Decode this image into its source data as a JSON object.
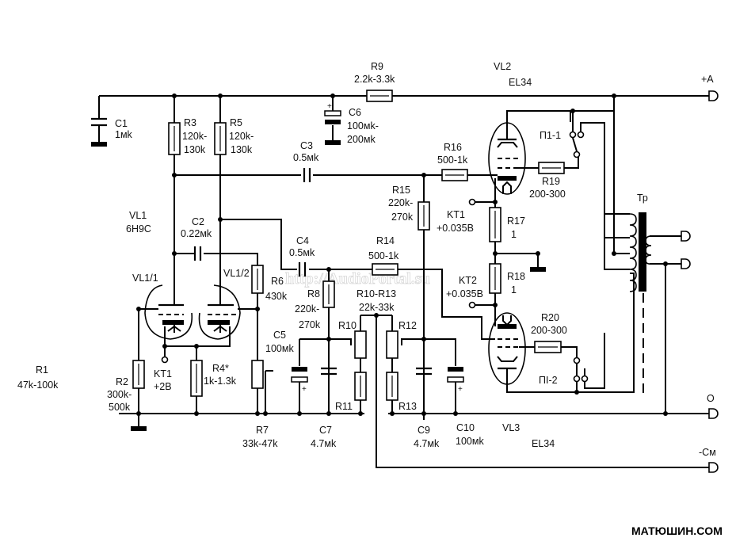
{
  "diagram": {
    "title": "EL34 push-pull tube amplifier schematic",
    "watermark": "http://AudioPortal.su",
    "brand": "МАТЮШИН.COM",
    "terminals": {
      "plus_a": "+A",
      "zero": "O",
      "minus_cm": "-См"
    },
    "tubes": {
      "vl1_name": "VL1",
      "vl1_type": "6Н9С",
      "vl1_1": "VL1/1",
      "vl1_2": "VL1/2",
      "vl2_name": "VL2",
      "vl2_type": "EL34",
      "vl3_name": "VL3",
      "vl3_type": "EL34"
    },
    "transformer": "Тр",
    "switches": {
      "p1_1": "П1-1",
      "p1_2": "ПI-2"
    },
    "test_points": {
      "kt1_input": {
        "name": "KT1",
        "value": "+2B"
      },
      "kt1_output": {
        "name": "KT1",
        "value": "+0.035B"
      },
      "kt2_output": {
        "name": "KT2",
        "value": "+0.035B"
      }
    },
    "components": {
      "C1": {
        "name": "C1",
        "value": "1мk"
      },
      "C2": {
        "name": "C2",
        "value": "0.22мk"
      },
      "C3": {
        "name": "C3",
        "value": "0.5мk"
      },
      "C4": {
        "name": "C4",
        "value": "0.5мk"
      },
      "C5": {
        "name": "C5",
        "value": "100мk"
      },
      "C6": {
        "name": "C6",
        "value1": "100мk-",
        "value2": "200мk"
      },
      "C7": {
        "name": "C7",
        "value": "4.7мk"
      },
      "C9": {
        "name": "C9",
        "value": "4.7мk"
      },
      "C10": {
        "name": "C10",
        "value": "100мk"
      },
      "R1": {
        "name": "R1",
        "value": "47k-100k"
      },
      "R2": {
        "name": "R2",
        "value1": "300k-",
        "value2": "500k"
      },
      "R3": {
        "name": "R3",
        "value1": "120k-",
        "value2": "130k"
      },
      "R4": {
        "name": "R4*",
        "value": "1k-1.3k"
      },
      "R5": {
        "name": "R5",
        "value1": "120k-",
        "value2": "130k"
      },
      "R6": {
        "name": "R6",
        "value": "430k"
      },
      "R7": {
        "name": "R7",
        "value": "33k-47k"
      },
      "R8": {
        "name": "R8",
        "value1": "220k-",
        "value2": "270k"
      },
      "R9": {
        "name": "R9",
        "value": "2.2k-3.3k"
      },
      "R10": {
        "name": "R10"
      },
      "R11": {
        "name": "R11"
      },
      "R12": {
        "name": "R12"
      },
      "R13": {
        "name": "R13"
      },
      "R10_R13": {
        "name": "R10-R13",
        "value": "22k-33k"
      },
      "R14": {
        "name": "R14",
        "value": "500-1k"
      },
      "R15": {
        "name": "R15",
        "value1": "220k-",
        "value2": "270k"
      },
      "R16": {
        "name": "R16",
        "value": "500-1k"
      },
      "R17": {
        "name": "R17",
        "value": "1"
      },
      "R18": {
        "name": "R18",
        "value": "1"
      },
      "R19": {
        "name": "R19",
        "value": "200-300"
      },
      "R20": {
        "name": "R20",
        "value": "200-300"
      }
    }
  }
}
